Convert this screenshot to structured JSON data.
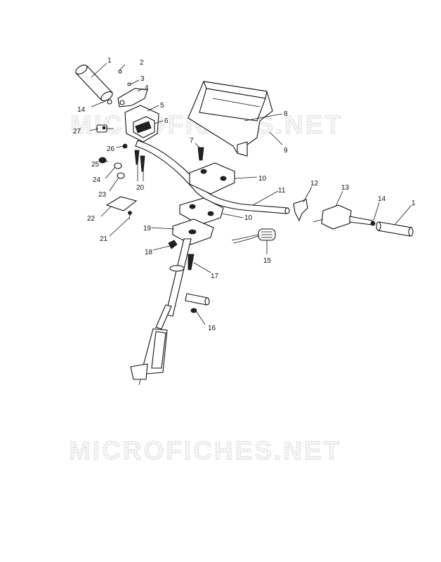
{
  "watermarks": [
    "MICROFICHES.NET",
    "MICROFICHES.NET"
  ],
  "callouts": [
    {
      "id": "c1a",
      "text": "1"
    },
    {
      "id": "c2",
      "text": "2"
    },
    {
      "id": "c3",
      "text": "3"
    },
    {
      "id": "c4",
      "text": "4"
    },
    {
      "id": "c5",
      "text": "5"
    },
    {
      "id": "c6",
      "text": "6"
    },
    {
      "id": "c7",
      "text": "7"
    },
    {
      "id": "c8",
      "text": "8"
    },
    {
      "id": "c9",
      "text": "9"
    },
    {
      "id": "c10a",
      "text": "10"
    },
    {
      "id": "c10b",
      "text": "10"
    },
    {
      "id": "c11",
      "text": "11"
    },
    {
      "id": "c12",
      "text": "12"
    },
    {
      "id": "c13",
      "text": "13"
    },
    {
      "id": "c14a",
      "text": "14"
    },
    {
      "id": "c14b",
      "text": "14"
    },
    {
      "id": "c1b",
      "text": "1"
    },
    {
      "id": "c15",
      "text": "15"
    },
    {
      "id": "c16",
      "text": "16"
    },
    {
      "id": "c17",
      "text": "17"
    },
    {
      "id": "c18",
      "text": "18"
    },
    {
      "id": "c19",
      "text": "19"
    },
    {
      "id": "c20",
      "text": "20"
    },
    {
      "id": "c21",
      "text": "21"
    },
    {
      "id": "c22",
      "text": "22"
    },
    {
      "id": "c23",
      "text": "23"
    },
    {
      "id": "c24",
      "text": "24"
    },
    {
      "id": "c25",
      "text": "25"
    },
    {
      "id": "c26",
      "text": "26"
    },
    {
      "id": "c27",
      "text": "27"
    }
  ]
}
